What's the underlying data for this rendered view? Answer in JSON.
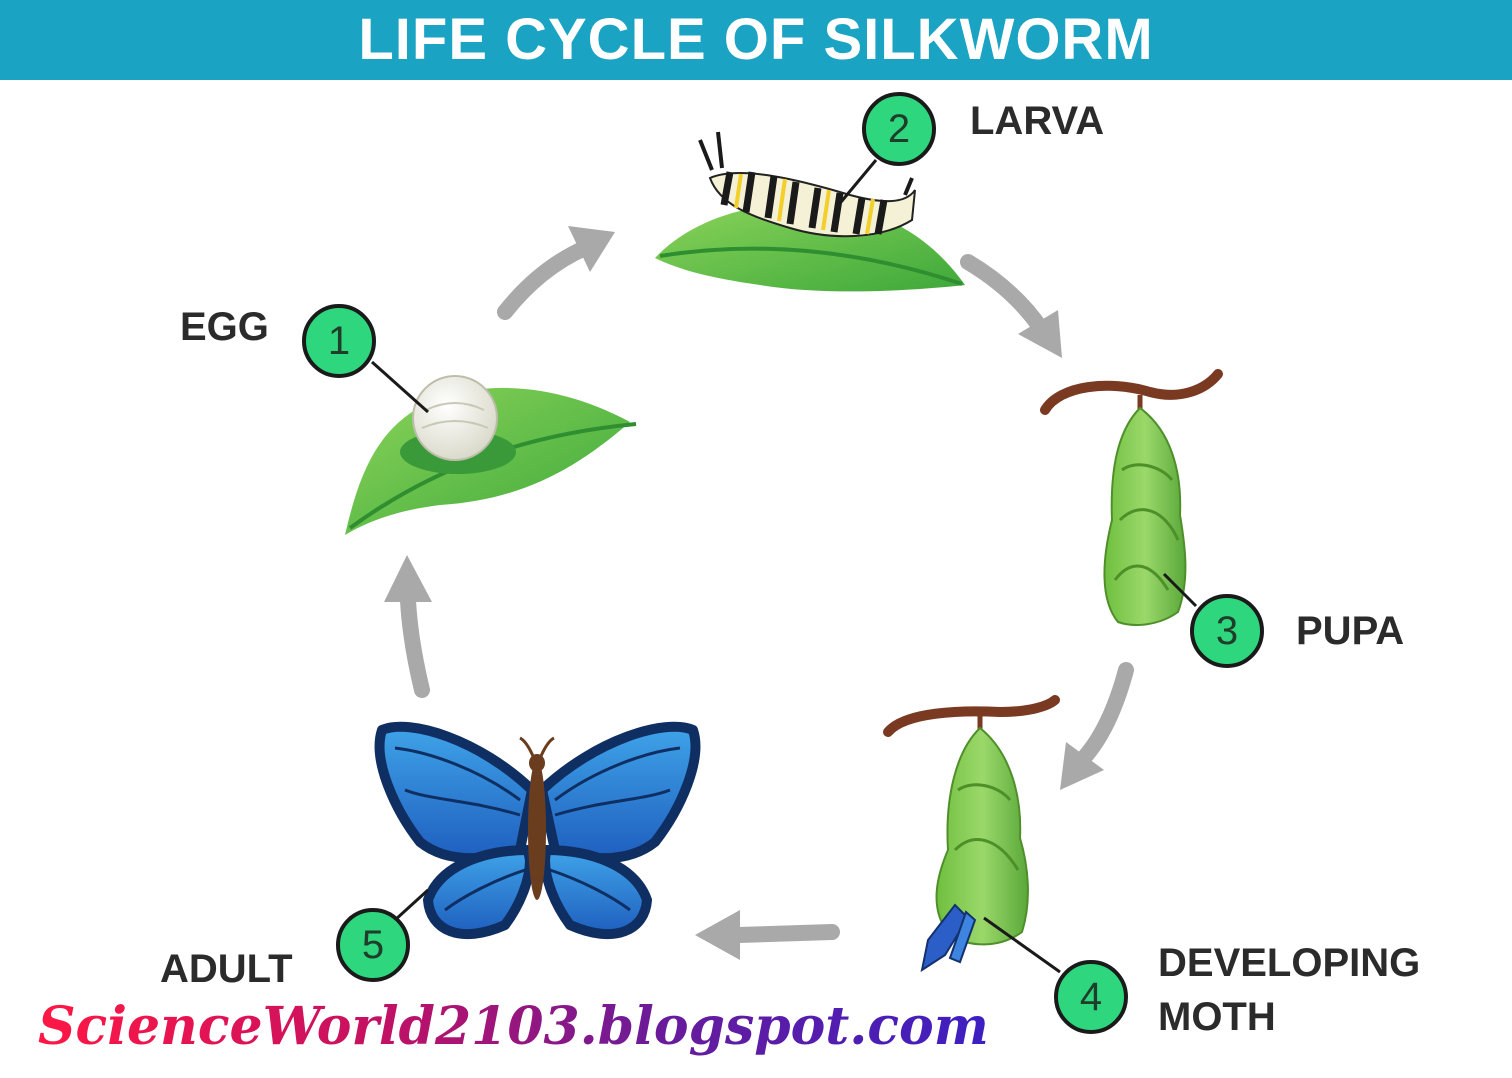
{
  "header": {
    "title": "LIFE CYCLE OF SILKWORM",
    "color": "#1aa3c3"
  },
  "stages": [
    {
      "number": "1",
      "label": "EGG",
      "icon": "egg-on-leaf-icon"
    },
    {
      "number": "2",
      "label": "LARVA",
      "icon": "caterpillar-on-leaf-icon"
    },
    {
      "number": "3",
      "label": "PUPA",
      "icon": "pupa-icon"
    },
    {
      "number": "4",
      "label_line1": "DEVELOPING",
      "label_line2": "MOTH",
      "icon": "developing-moth-icon"
    },
    {
      "number": "5",
      "label": "ADULT",
      "icon": "butterfly-icon"
    }
  ],
  "badge_color": "#2ed67d",
  "arrow_color": "#a9a9a9",
  "watermark": {
    "text": "ScienceWorld2103.blogspot.com"
  }
}
